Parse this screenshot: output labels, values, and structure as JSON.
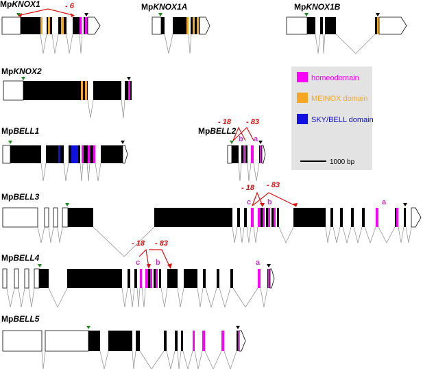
{
  "colors": {
    "exon": "#000000",
    "homeodomain": "#ff00ff",
    "meinox": "#f5a623",
    "skybell": "#1010e0",
    "event": "#e01010",
    "start_codon": "#1a8a1a",
    "stop_codon": "#000000",
    "legend_bg": "#e3e3e3"
  },
  "legend": {
    "homeodomain": "homeodomain",
    "meinox": "MEINOX domain",
    "skybell": "SKY/BELL domain",
    "scale": "1000 bp"
  },
  "genes": [
    {
      "id": "knox1",
      "prefix": "Mp",
      "name": "KNOX1"
    },
    {
      "id": "knox1a",
      "prefix": "Mp",
      "name": "KNOX1A"
    },
    {
      "id": "knox1b",
      "prefix": "Mp",
      "name": "KNOX1B"
    },
    {
      "id": "knox2",
      "prefix": "Mp",
      "name": "KNOX2"
    },
    {
      "id": "bell1",
      "prefix": "Mp",
      "name": "BELL1"
    },
    {
      "id": "bell2",
      "prefix": "Mp",
      "name": "BELL2"
    },
    {
      "id": "bell3",
      "prefix": "Mp",
      "name": "BELL3"
    },
    {
      "id": "bell4",
      "prefix": "Mp",
      "name": "BELL4"
    },
    {
      "id": "bell5",
      "prefix": "Mp",
      "name": "BELL5"
    }
  ],
  "annotations": {
    "knox1_offset": "- 6",
    "bell2_offset_a": "- 18",
    "bell2_offset_b": "- 83",
    "bell2_label_b": "b",
    "bell2_label_a": "a",
    "bell3_offset_a": "- 18",
    "bell3_offset_b": "- 83",
    "bell3_label_c": "c",
    "bell3_label_b": "b",
    "bell3_label_a": "a",
    "bell4_offset_a": "- 18",
    "bell4_offset_b": "- 83",
    "bell4_label_c": "c",
    "bell4_label_b": "b",
    "bell4_label_a": "a"
  }
}
